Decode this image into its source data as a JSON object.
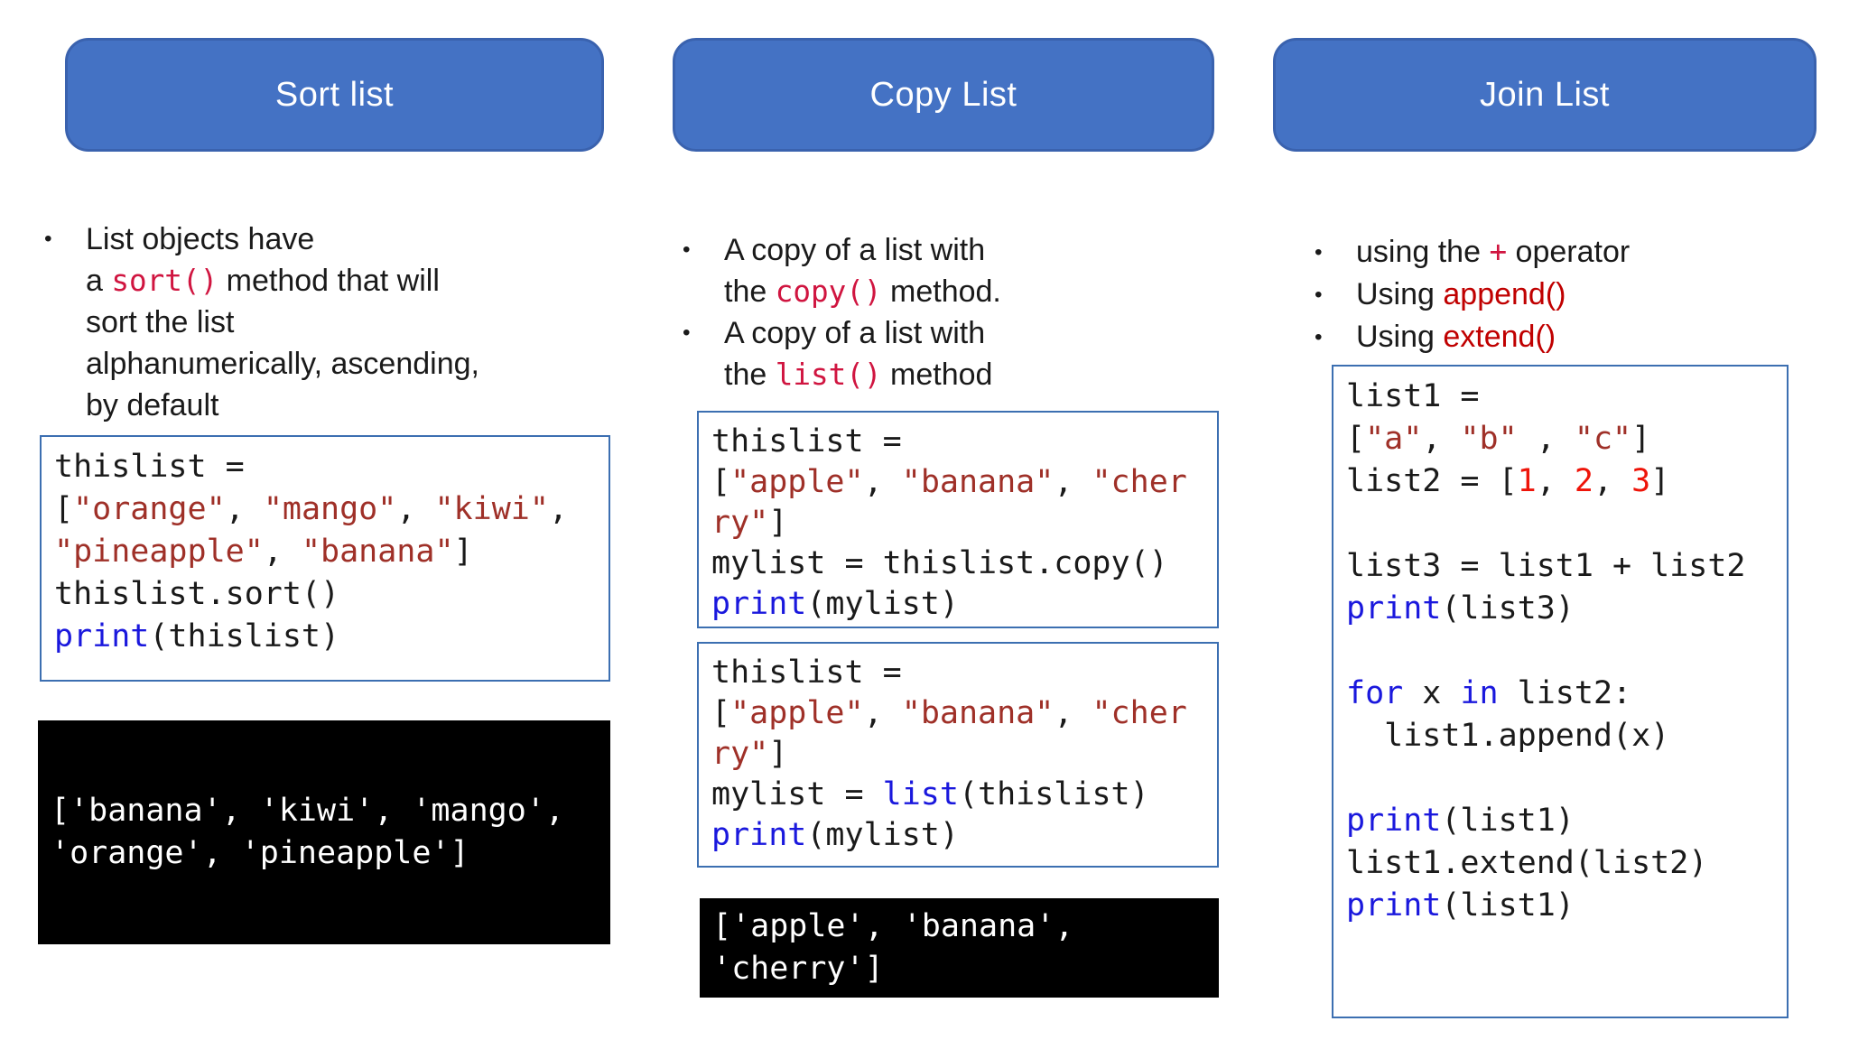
{
  "colors": {
    "page_bg": "#ffffff",
    "header_fill": "#4472c4",
    "header_border": "#3a62ae",
    "header_text": "#ffffff",
    "code_box_border": "#3c6fb1",
    "code_text": "#1a1a1a",
    "string_red": "#9f3028",
    "keyword_blue": "#1a18dd",
    "number_red": "#ee1409",
    "inline_mono_red": "#d01540",
    "inline_sans_red": "#c00000",
    "output_bg": "#000000",
    "output_text": "#ffffff"
  },
  "columns": [
    {
      "header": "Sort list",
      "bullets": [
        [
          [
            "t",
            "List objects have"
          ],
          [
            "nl",
            ""
          ],
          [
            "t",
            "a "
          ],
          [
            "ms",
            "sort()"
          ],
          [
            "t",
            " method that will"
          ],
          [
            "nl",
            ""
          ],
          [
            "t",
            "sort the list"
          ],
          [
            "nl",
            ""
          ],
          [
            "t",
            "alphanumerically, ascending,"
          ],
          [
            "nl",
            ""
          ],
          [
            "t",
            "by default"
          ]
        ]
      ],
      "code_box": {
        "lines": [
          [
            [
              "t",
              "thislist ="
            ]
          ],
          [
            [
              "t",
              "["
            ],
            [
              "s",
              "\"orange\""
            ],
            [
              "t",
              ", "
            ],
            [
              "s",
              "\"mango\""
            ],
            [
              "t",
              ", "
            ],
            [
              "s",
              "\"kiwi\""
            ],
            [
              "t",
              ","
            ]
          ],
          [
            [
              "s",
              "\"pineapple\""
            ],
            [
              "t",
              ", "
            ],
            [
              "s",
              "\"banana\""
            ],
            [
              "t",
              "]"
            ]
          ],
          [
            [
              "t",
              "thislist.sort()"
            ]
          ],
          [
            [
              "b",
              "print"
            ],
            [
              "t",
              "(thislist)"
            ]
          ]
        ]
      },
      "output_box": {
        "lines": [
          [
            [
              "w",
              "['banana', 'kiwi', 'mango',"
            ]
          ],
          [
            [
              "w",
              "'orange', 'pineapple']"
            ]
          ]
        ]
      }
    },
    {
      "header": "Copy List",
      "bullets": [
        [
          [
            "t",
            "A copy of a list with"
          ],
          [
            "nl",
            ""
          ],
          [
            "t",
            "the "
          ],
          [
            "ms",
            "copy()"
          ],
          [
            "t",
            " method."
          ]
        ],
        [
          [
            "t",
            "A copy of a list with"
          ],
          [
            "nl",
            ""
          ],
          [
            "t",
            "the "
          ],
          [
            "ms",
            "list()"
          ],
          [
            "t",
            " method"
          ]
        ]
      ],
      "code_box_1": {
        "lines": [
          [
            [
              "t",
              "thislist ="
            ]
          ],
          [
            [
              "t",
              "["
            ],
            [
              "s",
              "\"apple\""
            ],
            [
              "t",
              ", "
            ],
            [
              "s",
              "\"banana\""
            ],
            [
              "t",
              ", "
            ],
            [
              "s",
              "\"cher"
            ]
          ],
          [
            [
              "s",
              "ry\""
            ],
            [
              "t",
              "]"
            ]
          ],
          [
            [
              "t",
              "mylist = thislist.copy()"
            ]
          ],
          [
            [
              "b",
              "print"
            ],
            [
              "t",
              "(mylist)"
            ]
          ]
        ]
      },
      "code_box_2": {
        "lines": [
          [
            [
              "t",
              "thislist ="
            ]
          ],
          [
            [
              "t",
              "["
            ],
            [
              "s",
              "\"apple\""
            ],
            [
              "t",
              ", "
            ],
            [
              "s",
              "\"banana\""
            ],
            [
              "t",
              ", "
            ],
            [
              "s",
              "\"cher"
            ]
          ],
          [
            [
              "s",
              "ry\""
            ],
            [
              "t",
              "]"
            ]
          ],
          [
            [
              "t",
              "mylist = "
            ],
            [
              "b",
              "list"
            ],
            [
              "t",
              "(thislist)"
            ]
          ],
          [
            [
              "b",
              "print"
            ],
            [
              "t",
              "(mylist)"
            ]
          ]
        ]
      },
      "output_box": {
        "lines": [
          [
            [
              "w",
              "['apple', 'banana',"
            ]
          ],
          [
            [
              "w",
              "'cherry']"
            ]
          ]
        ]
      }
    },
    {
      "header": "Join List",
      "bullets": [
        [
          [
            "t",
            "using the "
          ],
          [
            "ms",
            "+"
          ],
          [
            "t",
            " operator"
          ]
        ],
        [
          [
            "t",
            "Using "
          ],
          [
            "sr",
            "append()"
          ]
        ],
        [
          [
            "t",
            "Using "
          ],
          [
            "sr",
            "extend()"
          ]
        ]
      ],
      "code_box": {
        "lines": [
          [
            [
              "t",
              "list1 ="
            ]
          ],
          [
            [
              "t",
              "["
            ],
            [
              "s",
              "\"a\""
            ],
            [
              "t",
              ", "
            ],
            [
              "s",
              "\"b\""
            ],
            [
              "t",
              " , "
            ],
            [
              "s",
              "\"c\""
            ],
            [
              "t",
              "]"
            ]
          ],
          [
            [
              "t",
              "list2 = ["
            ],
            [
              "n",
              "1"
            ],
            [
              "t",
              ", "
            ],
            [
              "n",
              "2"
            ],
            [
              "t",
              ", "
            ],
            [
              "n",
              "3"
            ],
            [
              "t",
              "]"
            ]
          ],
          [],
          [
            [
              "t",
              "list3 = list1 + list2"
            ]
          ],
          [
            [
              "b",
              "print"
            ],
            [
              "t",
              "(list3)"
            ]
          ],
          [],
          [
            [
              "b",
              "for"
            ],
            [
              "t",
              " x "
            ],
            [
              "b",
              "in"
            ],
            [
              "t",
              " list2:"
            ]
          ],
          [
            [
              "t",
              "  list1.append(x)"
            ]
          ],
          [],
          [
            [
              "b",
              "print"
            ],
            [
              "t",
              "(list1)"
            ]
          ],
          [
            [
              "t",
              "list1.extend(list2)"
            ]
          ],
          [
            [
              "b",
              "print"
            ],
            [
              "t",
              "(list1)"
            ]
          ]
        ]
      }
    }
  ]
}
